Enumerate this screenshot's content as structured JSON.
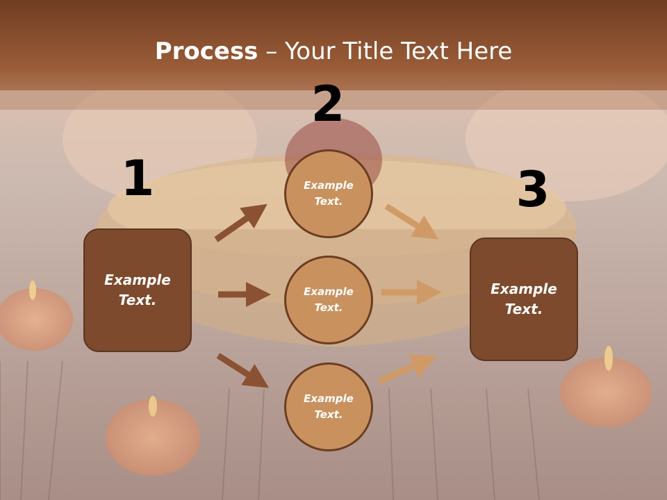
{
  "title": {
    "bold": "Process",
    "rest": " – Your Title Text Here"
  },
  "steps": {
    "n1": "1",
    "n2": "2",
    "n3": "3"
  },
  "boxes": {
    "left": "Example Text.",
    "right": "Example Text."
  },
  "circles": [
    "Example Text.",
    "Example Text.",
    "Example Text."
  ],
  "colors": {
    "box": "#7d4a2d",
    "circle": "#c9915e",
    "arrow_dark": "#8a5232",
    "arrow_light": "#d09a66"
  }
}
